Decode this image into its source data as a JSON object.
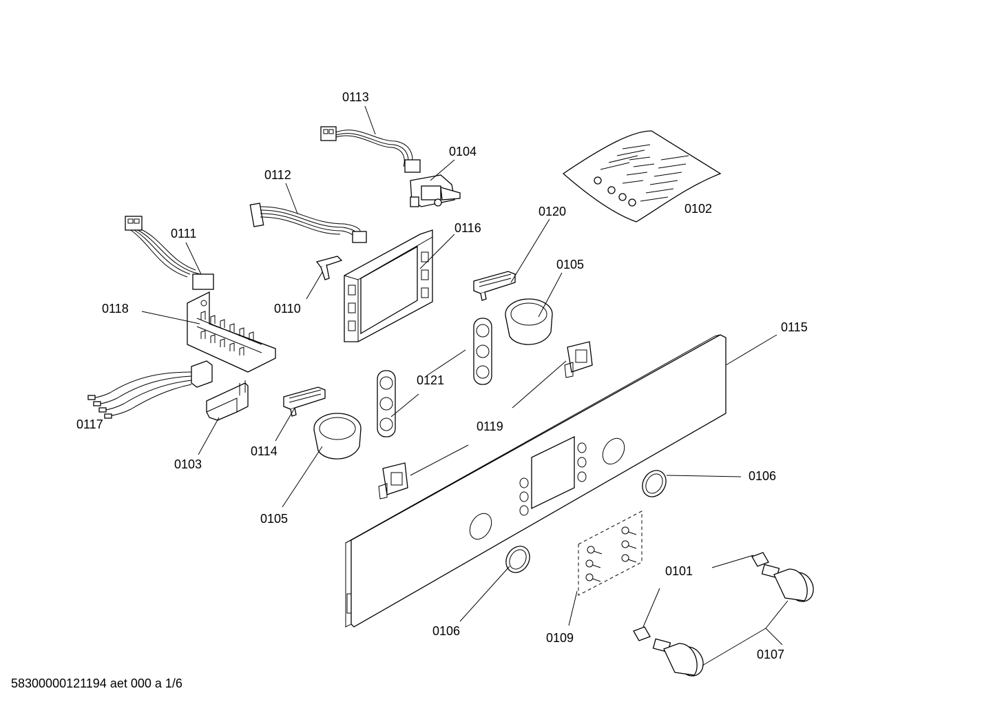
{
  "labels": {
    "p0101": "0101",
    "p0102": "0102",
    "p0103": "0103",
    "p0104": "0104",
    "p0105a": "0105",
    "p0105b": "0105",
    "p0106a": "0106",
    "p0106b": "0106",
    "p0107": "0107",
    "p0109": "0109",
    "p0110": "0110",
    "p0111": "0111",
    "p0112": "0112",
    "p0113": "0113",
    "p0114": "0114",
    "p0115": "0115",
    "p0116": "0116",
    "p0117": "0117",
    "p0118": "0118",
    "p0119": "0119",
    "p0120": "0120",
    "p0121": "0121"
  },
  "footer": "58300000121194 aet 000 a 1/6"
}
